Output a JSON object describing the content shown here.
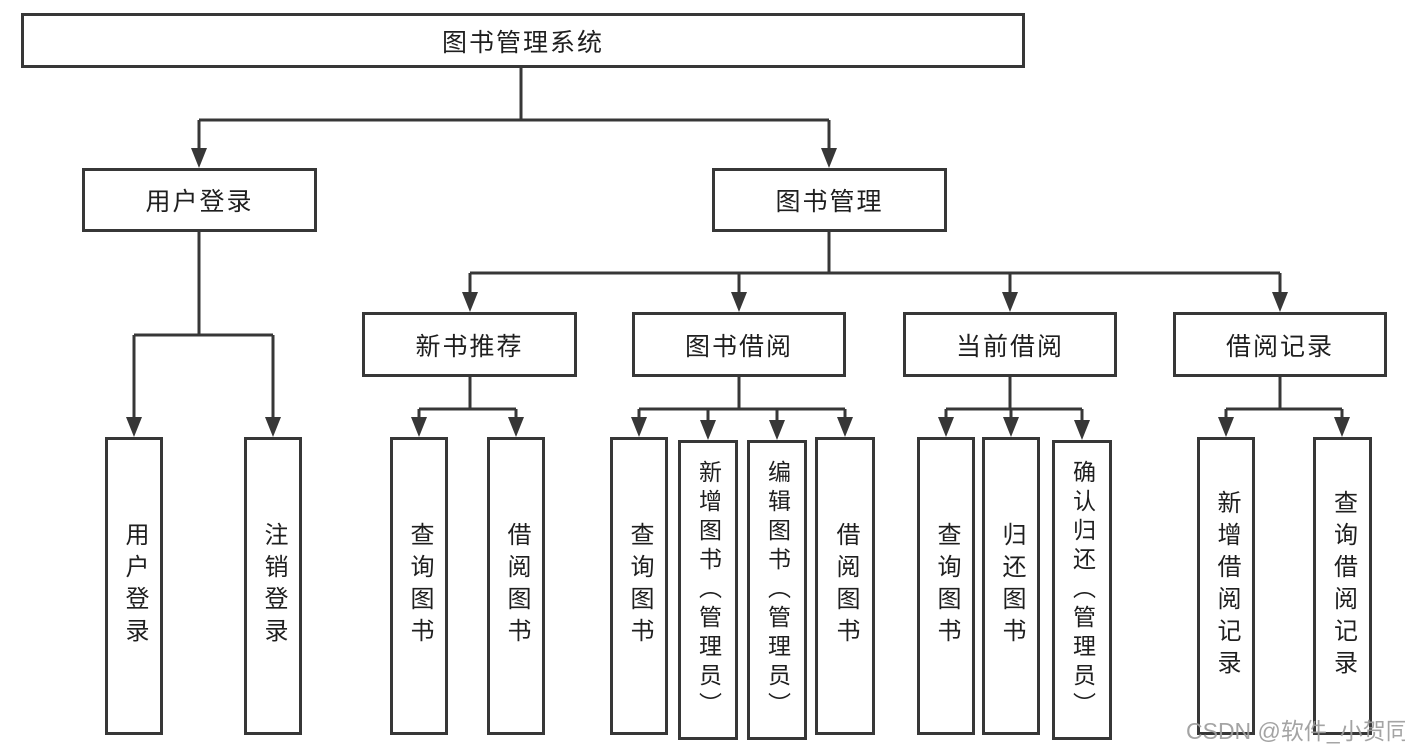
{
  "tree": {
    "label": "图书管理系统",
    "children": [
      {
        "label": "用户登录",
        "children": [
          {
            "label": "用户登录"
          },
          {
            "label": "注销登录"
          }
        ]
      },
      {
        "label": "图书管理",
        "children": [
          {
            "label": "新书推荐",
            "children": [
              {
                "label": "查询图书"
              },
              {
                "label": "借阅图书"
              }
            ]
          },
          {
            "label": "图书借阅",
            "children": [
              {
                "label": "查询图书"
              },
              {
                "label": "新增图书（管理员）"
              },
              {
                "label": "编辑图书（管理员）"
              },
              {
                "label": "借阅图书"
              }
            ]
          },
          {
            "label": "当前借阅",
            "children": [
              {
                "label": "查询图书"
              },
              {
                "label": "归还图书"
              },
              {
                "label": "确认归还（管理员）"
              }
            ]
          },
          {
            "label": "借阅记录",
            "children": [
              {
                "label": "新增借阅记录"
              },
              {
                "label": "查询借阅记录"
              }
            ]
          }
        ]
      }
    ]
  },
  "watermark": {
    "text": "CSDN @软件_小贺同学"
  },
  "colors": {
    "line": "#373737",
    "text": "#1f1f1f",
    "watermark": "#9d9d9d",
    "background": "#ffffff"
  }
}
